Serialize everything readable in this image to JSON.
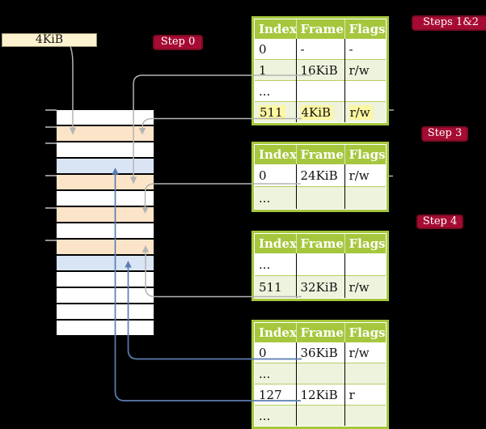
{
  "frame_size_label": "4KiB",
  "badges": {
    "step0": "Step 0",
    "steps12": "Steps 1&2",
    "step3": "Step 3",
    "step4": "Step 4"
  },
  "tables": [
    {
      "columns": [
        "Index",
        "Frame",
        "Flags"
      ],
      "rows": [
        {
          "cells": [
            "0",
            "-",
            "-"
          ]
        },
        {
          "cells": [
            "1",
            "16KiB",
            "r/w"
          ]
        },
        {
          "cells": [
            "...",
            "",
            ""
          ]
        },
        {
          "cells": [
            "511",
            "4KiB",
            "r/w"
          ],
          "highlighted": true
        }
      ]
    },
    {
      "columns": [
        "Index",
        "Frame",
        "Flags"
      ],
      "rows": [
        {
          "cells": [
            "0",
            "24KiB",
            "r/w"
          ]
        },
        {
          "cells": [
            "...",
            "",
            ""
          ]
        }
      ]
    },
    {
      "columns": [
        "Index",
        "Frame",
        "Flags"
      ],
      "rows": [
        {
          "cells": [
            "...",
            "",
            ""
          ]
        },
        {
          "cells": [
            "511",
            "32KiB",
            "r/w"
          ]
        }
      ]
    },
    {
      "columns": [
        "Index",
        "Frame",
        "Flags"
      ],
      "rows": [
        {
          "cells": [
            "0",
            "36KiB",
            "r/w"
          ]
        },
        {
          "cells": [
            "...",
            "",
            ""
          ]
        },
        {
          "cells": [
            "127",
            "12KiB",
            "r"
          ]
        },
        {
          "cells": [
            "...",
            "",
            ""
          ]
        }
      ]
    }
  ],
  "memory": {
    "row_fills": [
      "white",
      "orange",
      "white",
      "blue",
      "orange",
      "white",
      "orange",
      "white",
      "orange",
      "blue",
      "white",
      "white",
      "white",
      "white"
    ]
  },
  "colors": {
    "background": "#000000",
    "badge_red": "#a60c33",
    "table_header_green": "#a6c73d",
    "table_row_light_green": "#eef3dd",
    "highlight_yellow": "#fdf6a2",
    "memory_orange": "#fce4c8",
    "memory_blue": "#d9e5f4",
    "label_cream": "#fcf2d0",
    "wire_gray": "#b4b4b4",
    "wire_blue": "#5b7db3"
  }
}
